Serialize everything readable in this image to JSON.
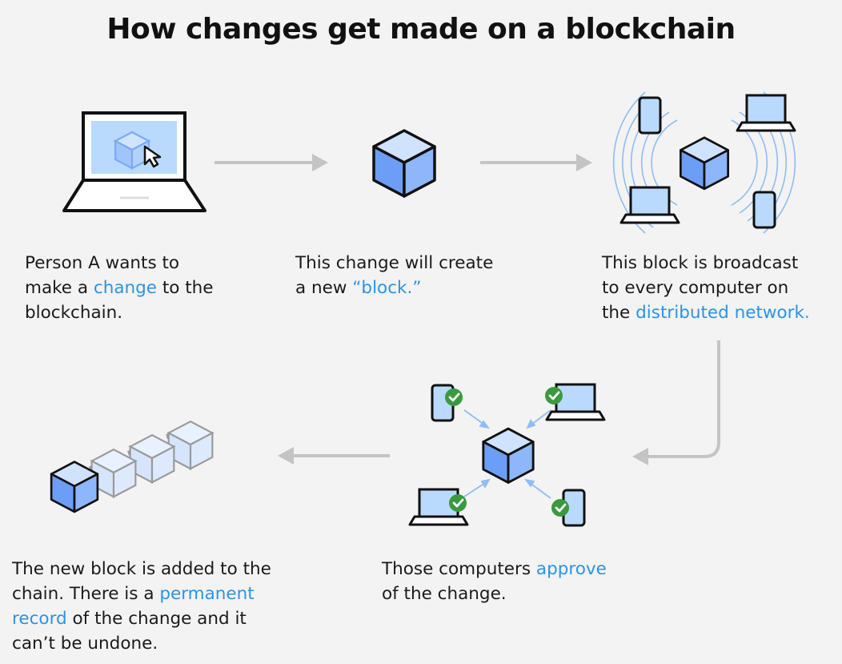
{
  "title": "How changes get made on a blockchain",
  "steps": [
    {
      "id": "step1",
      "text": [
        {
          "t": "Person A wants to"
        },
        {
          "br": true
        },
        {
          "t": "make a "
        },
        {
          "t": "change",
          "hl": true
        },
        {
          "t": " to the"
        },
        {
          "br": true
        },
        {
          "t": "blockchain."
        }
      ]
    },
    {
      "id": "step2",
      "text": [
        {
          "t": "This change will create"
        },
        {
          "br": true
        },
        {
          "t": "a new "
        },
        {
          "t": "“block.”",
          "hl": true
        }
      ]
    },
    {
      "id": "step3",
      "text": [
        {
          "t": "This block is broadcast"
        },
        {
          "br": true
        },
        {
          "t": "to every computer on"
        },
        {
          "br": true
        },
        {
          "t": "the "
        },
        {
          "t": "distributed network.",
          "hl": true
        }
      ]
    },
    {
      "id": "step4",
      "text": [
        {
          "t": "Those computers "
        },
        {
          "t": "approve",
          "hl": true
        },
        {
          "br": true
        },
        {
          "t": "of the change."
        }
      ]
    },
    {
      "id": "step5",
      "text": [
        {
          "t": "The new block is added to the"
        },
        {
          "br": true
        },
        {
          "t": "chain. There is a "
        },
        {
          "t": "permanent",
          "hl": true
        },
        {
          "br": true
        },
        {
          "t": "record",
          "hl": true
        },
        {
          "t": " of the change and it"
        },
        {
          "br": true
        },
        {
          "t": "can’t be undone."
        }
      ]
    }
  ],
  "colors": {
    "background": "#f3f3f3",
    "highlight": "#2b93e8",
    "screen_fill": "#b9dafc",
    "cube_front": "#6c9ef7",
    "cube_side": "#8db6fb",
    "cube_top": "#cfe2fe",
    "arrow": "#c4c4c4",
    "check": "#3a9a3e",
    "outline": "#111111"
  }
}
